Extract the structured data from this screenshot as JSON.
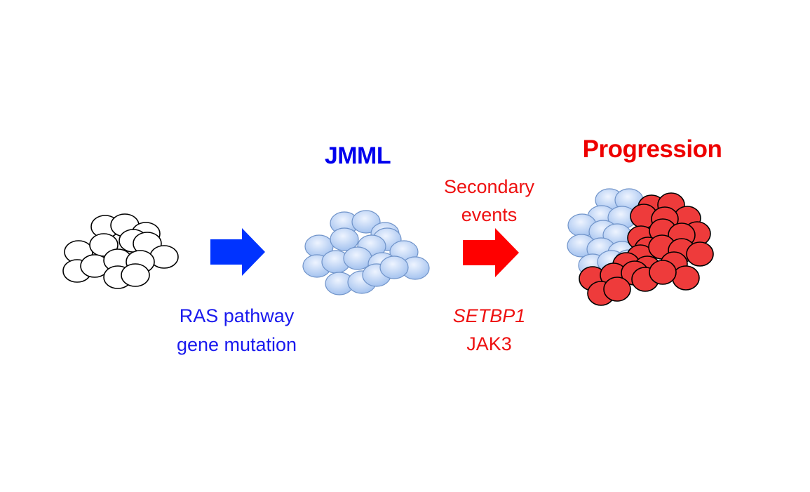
{
  "labels": {
    "jmml": "JMML",
    "progression": "Progression",
    "secondary_line1": "Secondary",
    "secondary_line2": "events",
    "ras_line1": "RAS pathway",
    "ras_line2": "gene mutation",
    "gene1": "SETBP1",
    "gene2": "JAK3"
  },
  "colors": {
    "normal_cell_fill": "#ffffff",
    "cell_outline": "#000000",
    "jmml_cell_light": "#e6efff",
    "jmml_cell_dark": "#a9c6ee",
    "jmml_cell_stroke": "#6f93c9",
    "progressed_cell": "#ee3b3b",
    "arrow_blue": "#0033ff",
    "arrow_red": "#ff0000",
    "text_blue": "#0000ee",
    "text_red": "#ee0000"
  },
  "icons": {
    "normal_cluster": "normal-cell-cluster-icon",
    "jmml_cluster": "jmml-cell-cluster-icon",
    "progression_cluster": "progressed-cell-cluster-icon",
    "arrow1": "right-arrow-icon",
    "arrow2": "right-arrow-icon"
  }
}
